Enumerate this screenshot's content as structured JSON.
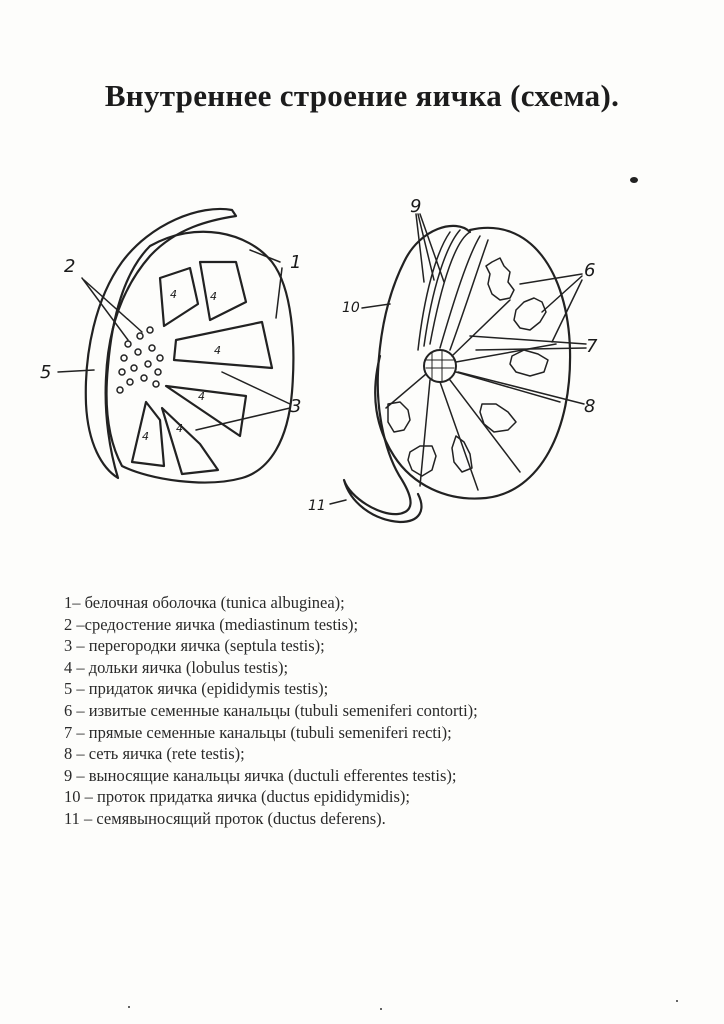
{
  "title": "Внутреннее строение яичка  (схема).",
  "diagram_labels": {
    "left": {
      "n1": "1",
      "n2": "2",
      "n3": "3",
      "n5": "5",
      "lobule": "4"
    },
    "right": {
      "n6": "6",
      "n7": "7",
      "n8": "8",
      "n9": "9",
      "n10": "10",
      "n11": "11"
    }
  },
  "legend": [
    "1– белочная оболочка  (tunica albuginea);",
    "2 –средостение яичка (mediastinum testis);",
    "3 – перегородки яичка (septula testis);",
    "4 – дольки яичка (lobulus testis);",
    "5 – придаток яичка (epididymis testis);",
    "6 – извитые семенные канальцы (tubuli semeniferi contorti);",
    "7 – прямые семенные канальцы (tubuli semeniferi recti);",
    "8 – сеть яичка (rete testis);",
    "9 – выносящие канальцы яичка (ductuli efferentes testis);",
    "10 – проток придатка яичка (ductus epididymidis);",
    "11 – семявыносящий проток (ductus deferens)."
  ]
}
